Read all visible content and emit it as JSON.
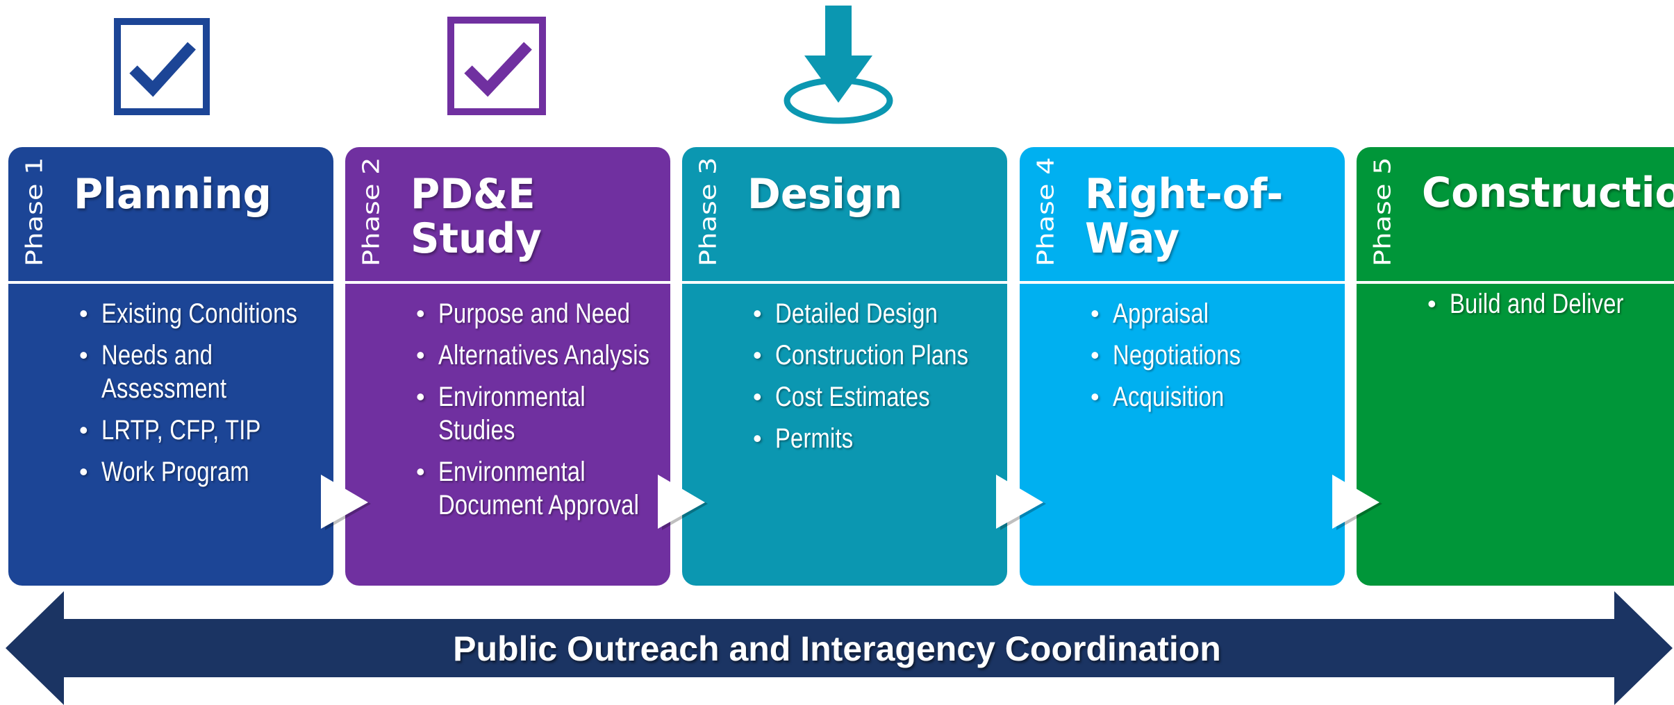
{
  "status_icons": [
    {
      "phase": "Phase 1",
      "icon": "checkbox-checked-icon",
      "color": "#1c4596"
    },
    {
      "phase": "Phase 2",
      "icon": "checkbox-checked-icon",
      "color": "#7030a0"
    },
    {
      "phase": "Phase 3",
      "icon": "down-arrow-target-icon",
      "color": "#0b97b1"
    }
  ],
  "phases": [
    {
      "number": "Phase 1",
      "title": "Planning",
      "color": "#1c4596",
      "items": [
        "Existing Conditions",
        "Needs and Assessment",
        "LRTP, CFP, TIP",
        "Work Program"
      ]
    },
    {
      "number": "Phase 2",
      "title": "PD&E\nStudy",
      "color": "#7030a0",
      "items": [
        "Purpose and Need",
        "Alternatives Analysis",
        "Environmental Studies",
        "Environmental Document Approval"
      ]
    },
    {
      "number": "Phase 3",
      "title": "Design",
      "color": "#0b97b1",
      "items": [
        "Detailed Design",
        "Construction Plans",
        "Cost Estimates",
        "Permits"
      ]
    },
    {
      "number": "Phase 4",
      "title": "Right-of-\nWay",
      "color": "#00b0f0",
      "items": [
        "Appraisal",
        "Negotiations",
        "Acquisition"
      ]
    },
    {
      "number": "Phase 5",
      "title": "Construction",
      "color": "#009639",
      "items": [
        "Build and Deliver"
      ]
    }
  ],
  "outreach": {
    "label": "Public Outreach and Interagency Coordination",
    "color": "#1b3463"
  }
}
